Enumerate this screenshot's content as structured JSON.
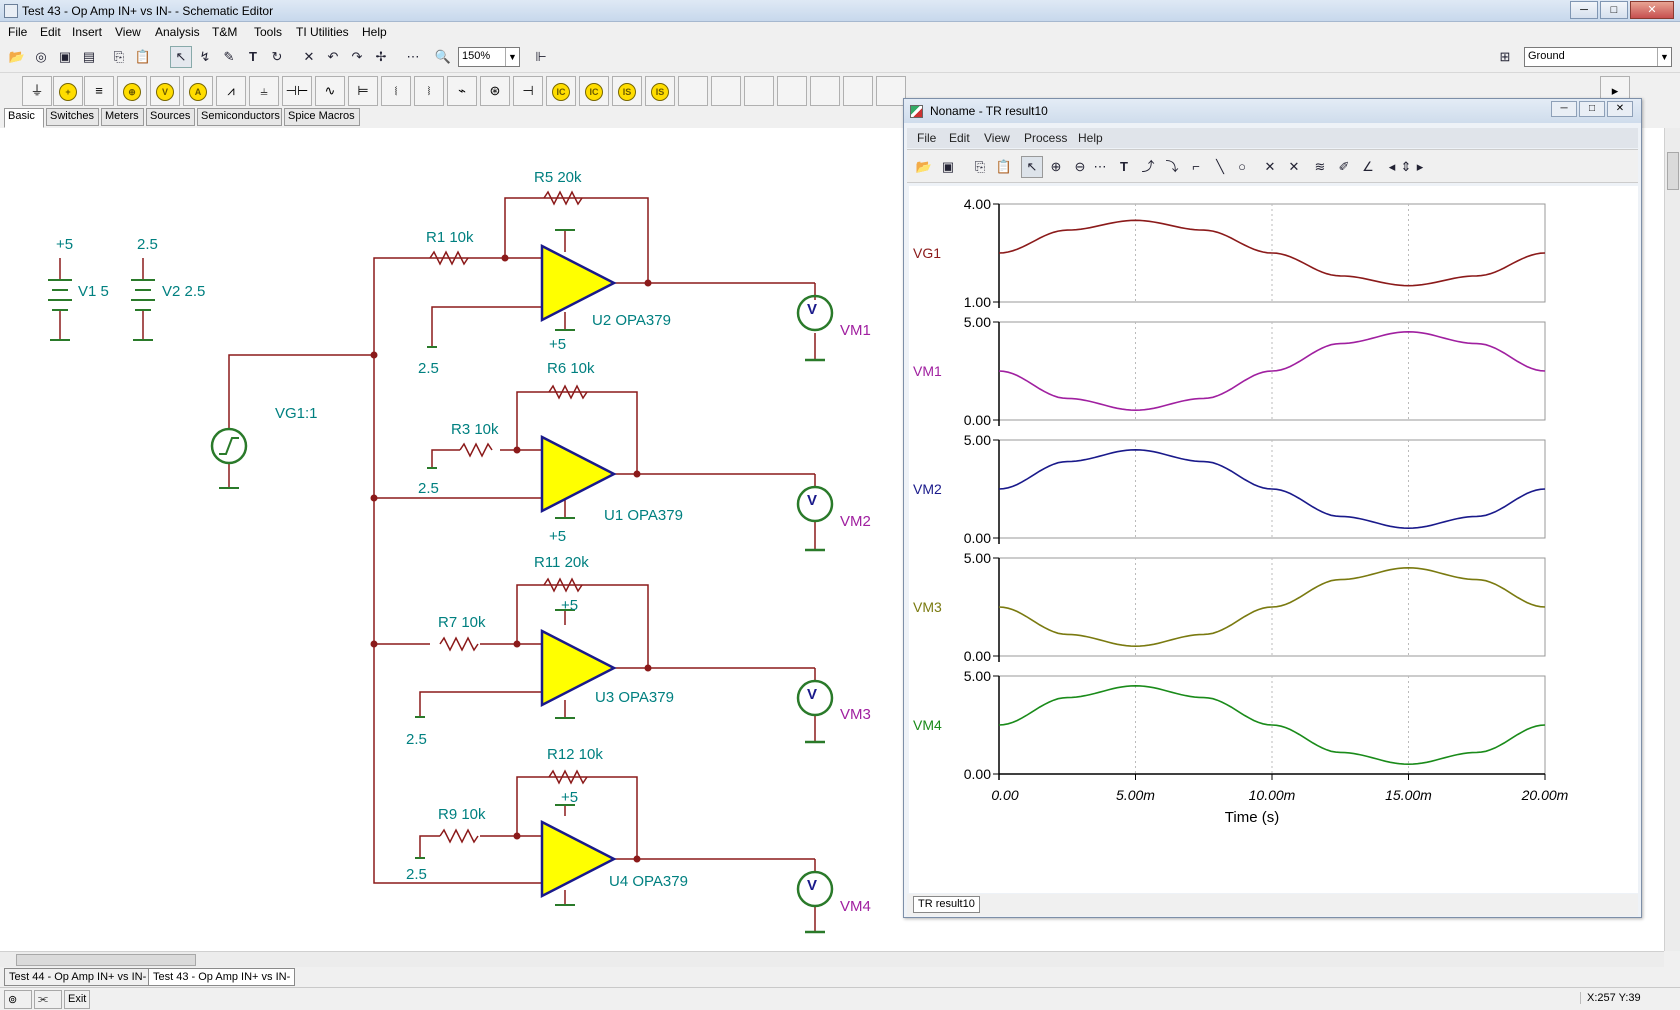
{
  "window": {
    "title": "Test 43 - Op Amp IN+ vs IN- - Schematic Editor",
    "controls": [
      "─",
      "□",
      "✕"
    ]
  },
  "menu": [
    "File",
    "Edit",
    "Insert",
    "View",
    "Analysis",
    "T&M",
    "Tools",
    "TI Utilities",
    "Help"
  ],
  "toolbar": {
    "zoom": "150%",
    "layer": "Ground",
    "icons": [
      "open-icon",
      "globe-icon",
      "save-icon",
      "open-folder-icon",
      "copy-icon",
      "paste-icon",
      "select-icon",
      "wire-icon",
      "pencil-icon",
      "text-icon",
      "rotate-icon",
      "delete-icon",
      "undo-icon",
      "redo-icon",
      "move-icon",
      "grid-icon",
      "zoom-icon",
      "probe-icon"
    ]
  },
  "component_tabs": [
    "Basic",
    "Switches",
    "Meters",
    "Sources",
    "Semiconductors",
    "Spice Macros"
  ],
  "schematic": {
    "labels": {
      "v1_node": "+5",
      "v1": "V1 5",
      "v2_node": "2.5",
      "v2": "V2 2.5",
      "r5": "R5 20k",
      "r1": "R1 10k",
      "u2_vcc": "+5",
      "u2": "U2 OPA379",
      "u2_ref": "2.5",
      "r6": "R6 10k",
      "r3": "R3 10k",
      "u1_ref": "2.5",
      "u1_vcc": "+5",
      "u1": "U1 OPA379",
      "r11": "R11 20k",
      "r7": "R7 10k",
      "u3_vcc": "+5",
      "u3": "U3 OPA379",
      "u3_ref": "2.5",
      "r12": "R12 10k",
      "r9": "R9 10k",
      "u4_vcc": "+5",
      "u4": "U4 OPA379",
      "u4_ref": "2.5",
      "vg1": "VG1:1",
      "vm1": "VM1",
      "vm2": "VM2",
      "vm3": "VM3",
      "vm4": "VM4",
      "meter_glyph": "V"
    }
  },
  "result_window": {
    "title": "Noname - TR result10",
    "menu": [
      "File",
      "Edit",
      "View",
      "Process",
      "Help"
    ],
    "tab": "TR result10",
    "controls": [
      "─",
      "□",
      "✕"
    ]
  },
  "chart_data": {
    "type": "line",
    "xlabel": "Time (s)",
    "xlim": [
      0,
      0.02
    ],
    "xticks": [
      "0.00",
      "5.00m",
      "10.00m",
      "15.00m",
      "20.00m"
    ],
    "grid": true,
    "panels": [
      {
        "name": "VG1",
        "color": "#8b1a1a",
        "ylim": [
          1.0,
          4.0
        ],
        "yticks": [
          "4.00",
          "1.00"
        ],
        "x": [
          0,
          0.0025,
          0.005,
          0.0075,
          0.01,
          0.0125,
          0.015,
          0.0175,
          0.02
        ],
        "y": [
          2.5,
          3.2,
          3.5,
          3.2,
          2.5,
          1.8,
          1.5,
          1.8,
          2.5
        ]
      },
      {
        "name": "VM1",
        "color": "#a020a0",
        "ylim": [
          0,
          5.0
        ],
        "yticks": [
          "5.00",
          "0.00"
        ],
        "x": [
          0,
          0.0025,
          0.005,
          0.0075,
          0.01,
          0.0125,
          0.015,
          0.0175,
          0.02
        ],
        "y": [
          2.5,
          1.1,
          0.5,
          1.1,
          2.5,
          3.9,
          4.5,
          3.9,
          2.5
        ]
      },
      {
        "name": "VM2",
        "color": "#1a1a8b",
        "ylim": [
          0,
          5.0
        ],
        "yticks": [
          "5.00",
          "0.00"
        ],
        "x": [
          0,
          0.0025,
          0.005,
          0.0075,
          0.01,
          0.0125,
          0.015,
          0.0175,
          0.02
        ],
        "y": [
          2.5,
          3.9,
          4.5,
          3.9,
          2.5,
          1.1,
          0.5,
          1.1,
          2.5
        ]
      },
      {
        "name": "VM3",
        "color": "#7a7a10",
        "ylim": [
          0,
          5.0
        ],
        "yticks": [
          "5.00",
          "0.00"
        ],
        "x": [
          0,
          0.0025,
          0.005,
          0.0075,
          0.01,
          0.0125,
          0.015,
          0.0175,
          0.02
        ],
        "y": [
          2.5,
          1.1,
          0.5,
          1.1,
          2.5,
          3.9,
          4.5,
          3.9,
          2.5
        ]
      },
      {
        "name": "VM4",
        "color": "#1a8b1a",
        "ylim": [
          0,
          5.0
        ],
        "yticks": [
          "5.00",
          "0.00"
        ],
        "x": [
          0,
          0.0025,
          0.005,
          0.0075,
          0.01,
          0.0125,
          0.015,
          0.0175,
          0.02
        ],
        "y": [
          2.5,
          3.9,
          4.5,
          3.9,
          2.5,
          1.1,
          0.5,
          1.1,
          2.5
        ]
      }
    ]
  },
  "doc_tabs": [
    "Test 44 - Op Amp IN+ vs IN-",
    "Test 43 - Op Amp IN+ vs IN-"
  ],
  "status": {
    "exit": "Exit",
    "coords": "X:257 Y:39"
  }
}
